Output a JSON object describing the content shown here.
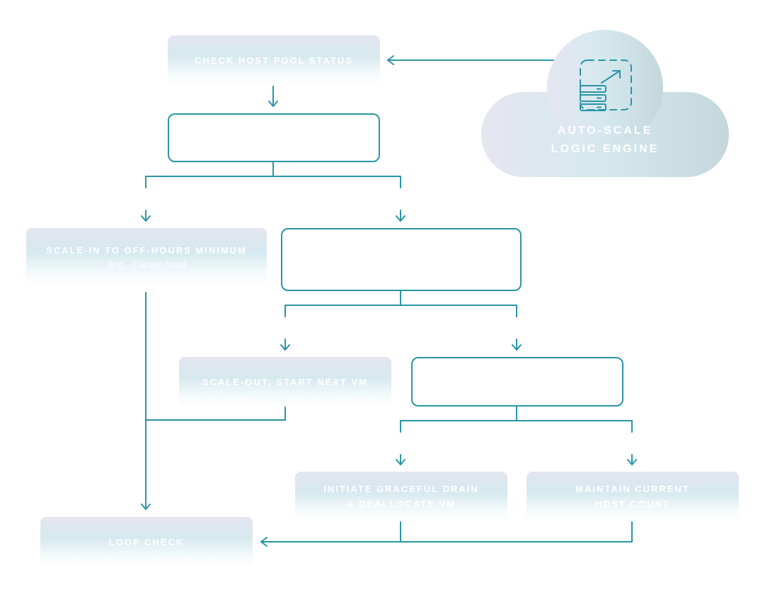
{
  "cloud": {
    "title_line1": "AUTO-SCALE",
    "title_line2": "LOGIC ENGINE",
    "icon": "server-scale-up-icon"
  },
  "nodes": {
    "check_pool": {
      "label": "CHECK HOST POOL STATUS"
    },
    "decision_1": {
      "label": ""
    },
    "scale_in": {
      "label": "SCALE-IN TO OFF-HOURS MINIMUM",
      "sublabel": "(e.g., 1 active host)"
    },
    "decision_2": {
      "label": ""
    },
    "scale_out": {
      "label": "SCALE-OUT: START NEXT VM"
    },
    "decision_3": {
      "label": ""
    },
    "drain": {
      "label_line1": "INITIATE GRACEFUL DRAIN",
      "label_line2": "& DEALLOCATE VM"
    },
    "maintain": {
      "label_line1": "MAINTAIN CURRENT",
      "label_line2": "HOST COUNT"
    },
    "loop_check": {
      "label": "LOOP CHECK"
    }
  },
  "colors": {
    "stroke": "#2a95a6",
    "fill_top": "#e4e5f1",
    "fill_mid": "#d6e9ef",
    "cloud_left": "#e6e6f2",
    "cloud_right": "#c3d7dd",
    "text": "#ffffff"
  }
}
